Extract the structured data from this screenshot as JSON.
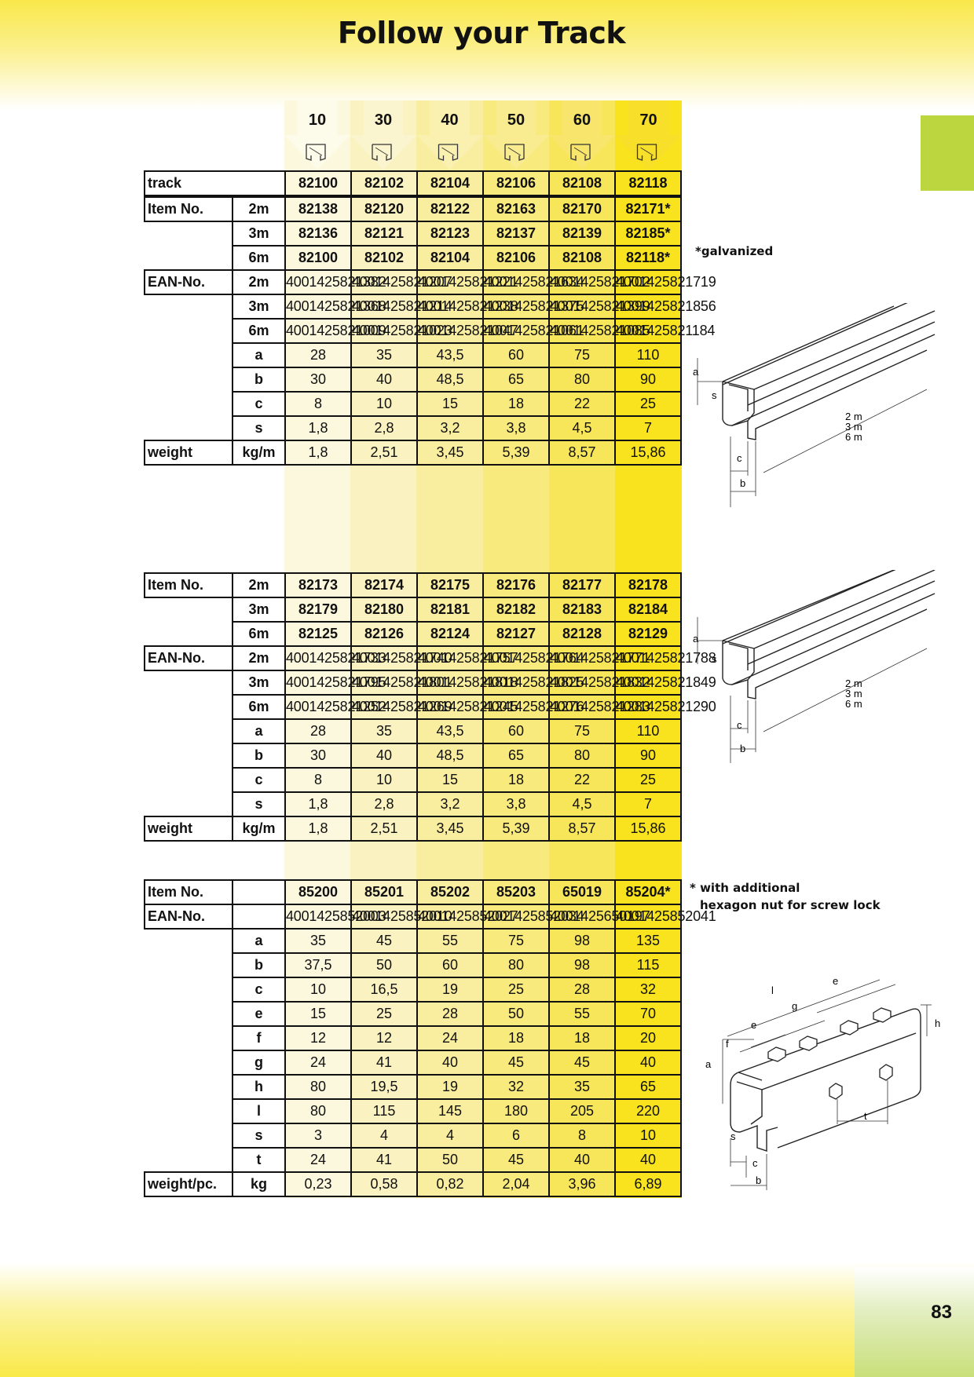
{
  "title": "Follow your Track",
  "page_number": "83",
  "sizes": [
    "10",
    "30",
    "40",
    "50",
    "60",
    "70"
  ],
  "colors": {
    "accent_yellow": "#f8e31e",
    "green_tab": "#bcd63f"
  },
  "notes": {
    "galvanized": "*galvanized",
    "hexagon_line1": "* with additional",
    "hexagon_line2": "hexagon nut for screw lock"
  },
  "drawing_labels": {
    "lengths": [
      "2 m",
      "3 m",
      "6 m"
    ],
    "dims_track": [
      "a",
      "s",
      "c",
      "b"
    ],
    "dims_connector": [
      "l",
      "e",
      "g",
      "e",
      "f",
      "h",
      "a",
      "s",
      "t",
      "c",
      "b"
    ]
  },
  "table1": {
    "track_label": "track",
    "track": [
      "82100",
      "82102",
      "82104",
      "82106",
      "82108",
      "82118"
    ],
    "item_label": "Item No.",
    "ean_label": "EAN-No.",
    "lengths": [
      "2m",
      "3m",
      "6m"
    ],
    "item": [
      [
        "82138",
        "82120",
        "82122",
        "82163",
        "82170",
        "82171*"
      ],
      [
        "82136",
        "82121",
        "82123",
        "82137",
        "82139",
        "82185*"
      ],
      [
        "82100",
        "82102",
        "82104",
        "82106",
        "82108",
        "82118*"
      ]
    ],
    "ean": [
      [
        "4001425821382",
        "4001425821207",
        "4001425821221",
        "4001425821634",
        "4001425821702",
        "4001425821719"
      ],
      [
        "4001425821368",
        "4001425821214",
        "4001425821238",
        "4001425821375",
        "4001425821399",
        "4001425821856"
      ],
      [
        "4001425821009",
        "4001425821023",
        "4001425821047",
        "4001425821061",
        "4001425821085",
        "4001425821184"
      ]
    ],
    "dims": [
      {
        "key": "a",
        "values": [
          "28",
          "35",
          "43,5",
          "60",
          "75",
          "110"
        ]
      },
      {
        "key": "b",
        "values": [
          "30",
          "40",
          "48,5",
          "65",
          "80",
          "90"
        ]
      },
      {
        "key": "c",
        "values": [
          "8",
          "10",
          "15",
          "18",
          "22",
          "25"
        ]
      },
      {
        "key": "s",
        "values": [
          "1,8",
          "2,8",
          "3,2",
          "3,8",
          "4,5",
          "7"
        ]
      }
    ],
    "weight_label": "weight",
    "weight_unit": "kg/m",
    "weight": [
      "1,8",
      "2,51",
      "3,45",
      "5,39",
      "8,57",
      "15,86"
    ]
  },
  "table2": {
    "item_label": "Item No.",
    "ean_label": "EAN-No.",
    "lengths": [
      "2m",
      "3m",
      "6m"
    ],
    "item": [
      [
        "82173",
        "82174",
        "82175",
        "82176",
        "82177",
        "82178"
      ],
      [
        "82179",
        "82180",
        "82181",
        "82182",
        "82183",
        "82184"
      ],
      [
        "82125",
        "82126",
        "82124",
        "82127",
        "82128",
        "82129"
      ]
    ],
    "ean": [
      [
        "4001425821733",
        "4001425821740",
        "4001425821757",
        "4001425821764",
        "4001425821771",
        "4001425821788"
      ],
      [
        "4001425821795",
        "4001425821801",
        "4001425821818",
        "4001425821825",
        "4001425821832",
        "4001425821849"
      ],
      [
        "4001425821252",
        "4001425821269",
        "4001425821245",
        "4001425821276",
        "4001425821283",
        "4001425821290"
      ]
    ],
    "dims": [
      {
        "key": "a",
        "values": [
          "28",
          "35",
          "43,5",
          "60",
          "75",
          "110"
        ]
      },
      {
        "key": "b",
        "values": [
          "30",
          "40",
          "48,5",
          "65",
          "80",
          "90"
        ]
      },
      {
        "key": "c",
        "values": [
          "8",
          "10",
          "15",
          "18",
          "22",
          "25"
        ]
      },
      {
        "key": "s",
        "values": [
          "1,8",
          "2,8",
          "3,2",
          "3,8",
          "4,5",
          "7"
        ]
      }
    ],
    "weight_label": "weight",
    "weight_unit": "kg/m",
    "weight": [
      "1,8",
      "2,51",
      "3,45",
      "5,39",
      "8,57",
      "15,86"
    ]
  },
  "table3": {
    "item_label": "Item No.",
    "ean_label": "EAN-No.",
    "item": [
      "85200",
      "85201",
      "85202",
      "85203",
      "65019",
      "85204*"
    ],
    "ean": [
      "4001425852003",
      "4001425852010",
      "4001425852027",
      "4001425852034",
      "4001425650197",
      "4001425852041"
    ],
    "dims": [
      {
        "key": "a",
        "values": [
          "35",
          "45",
          "55",
          "75",
          "98",
          "135"
        ]
      },
      {
        "key": "b",
        "values": [
          "37,5",
          "50",
          "60",
          "80",
          "98",
          "115"
        ]
      },
      {
        "key": "c",
        "values": [
          "10",
          "16,5",
          "19",
          "25",
          "28",
          "32"
        ]
      },
      {
        "key": "e",
        "values": [
          "15",
          "25",
          "28",
          "50",
          "55",
          "70"
        ]
      },
      {
        "key": "f",
        "values": [
          "12",
          "12",
          "24",
          "18",
          "18",
          "20"
        ]
      },
      {
        "key": "g",
        "values": [
          "24",
          "41",
          "40",
          "45",
          "45",
          "40"
        ]
      },
      {
        "key": "h",
        "values": [
          "80",
          "19,5",
          "19",
          "32",
          "35",
          "65"
        ]
      },
      {
        "key": "l",
        "values": [
          "80",
          "115",
          "145",
          "180",
          "205",
          "220"
        ]
      },
      {
        "key": "s",
        "values": [
          "3",
          "4",
          "4",
          "6",
          "8",
          "10"
        ]
      },
      {
        "key": "t",
        "values": [
          "24",
          "41",
          "50",
          "45",
          "40",
          "40"
        ]
      }
    ],
    "weight_label": "weight/pc.",
    "weight_unit": "kg",
    "weight": [
      "0,23",
      "0,58",
      "0,82",
      "2,04",
      "3,96",
      "6,89"
    ]
  }
}
